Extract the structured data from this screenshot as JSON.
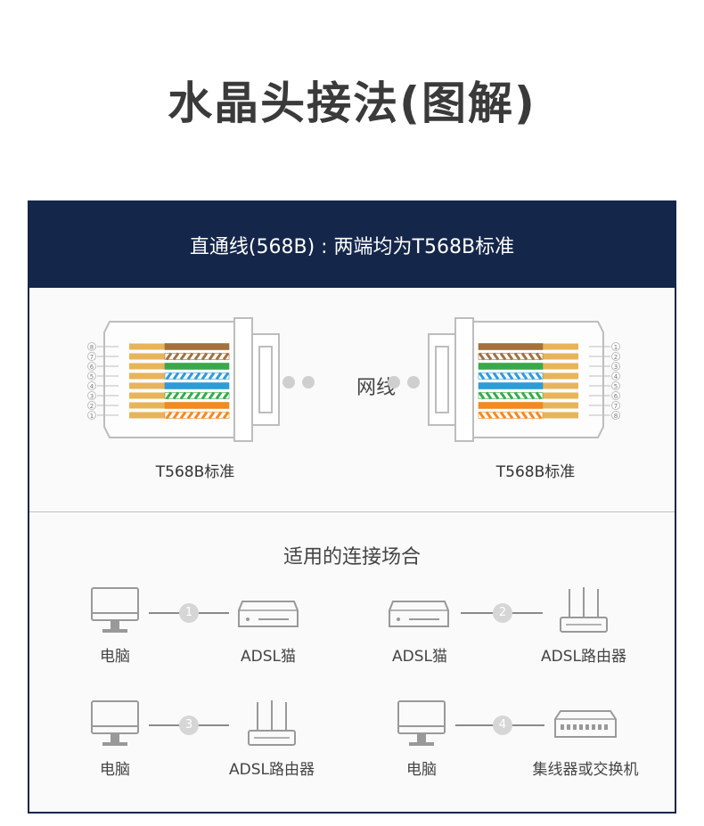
{
  "page_title": "水晶头接法(图解)",
  "header_text": "直通线(568B) : 两端均为T568B标准",
  "left_connector_label": "T568B标准",
  "right_connector_label": "T568B标准",
  "cable_label": "网线",
  "pin_numbers": [
    "1",
    "2",
    "3",
    "4",
    "5",
    "6",
    "7",
    "8"
  ],
  "wire_colors": {
    "orange": "#f08a24",
    "green": "#3aa84a",
    "blue": "#2f9bd8",
    "brown": "#a4703c",
    "white": "#ffffff"
  },
  "scenarios_title": "适用的连接场合",
  "scenarios": [
    {
      "number": "1",
      "from": "电脑",
      "to": "ADSL猫"
    },
    {
      "number": "2",
      "from": "ADSL猫",
      "to": "ADSL路由器"
    },
    {
      "number": "3",
      "from": "电脑",
      "to": "ADSL路由器"
    },
    {
      "number": "4",
      "from": "电脑",
      "to": "集线器或交换机"
    }
  ]
}
